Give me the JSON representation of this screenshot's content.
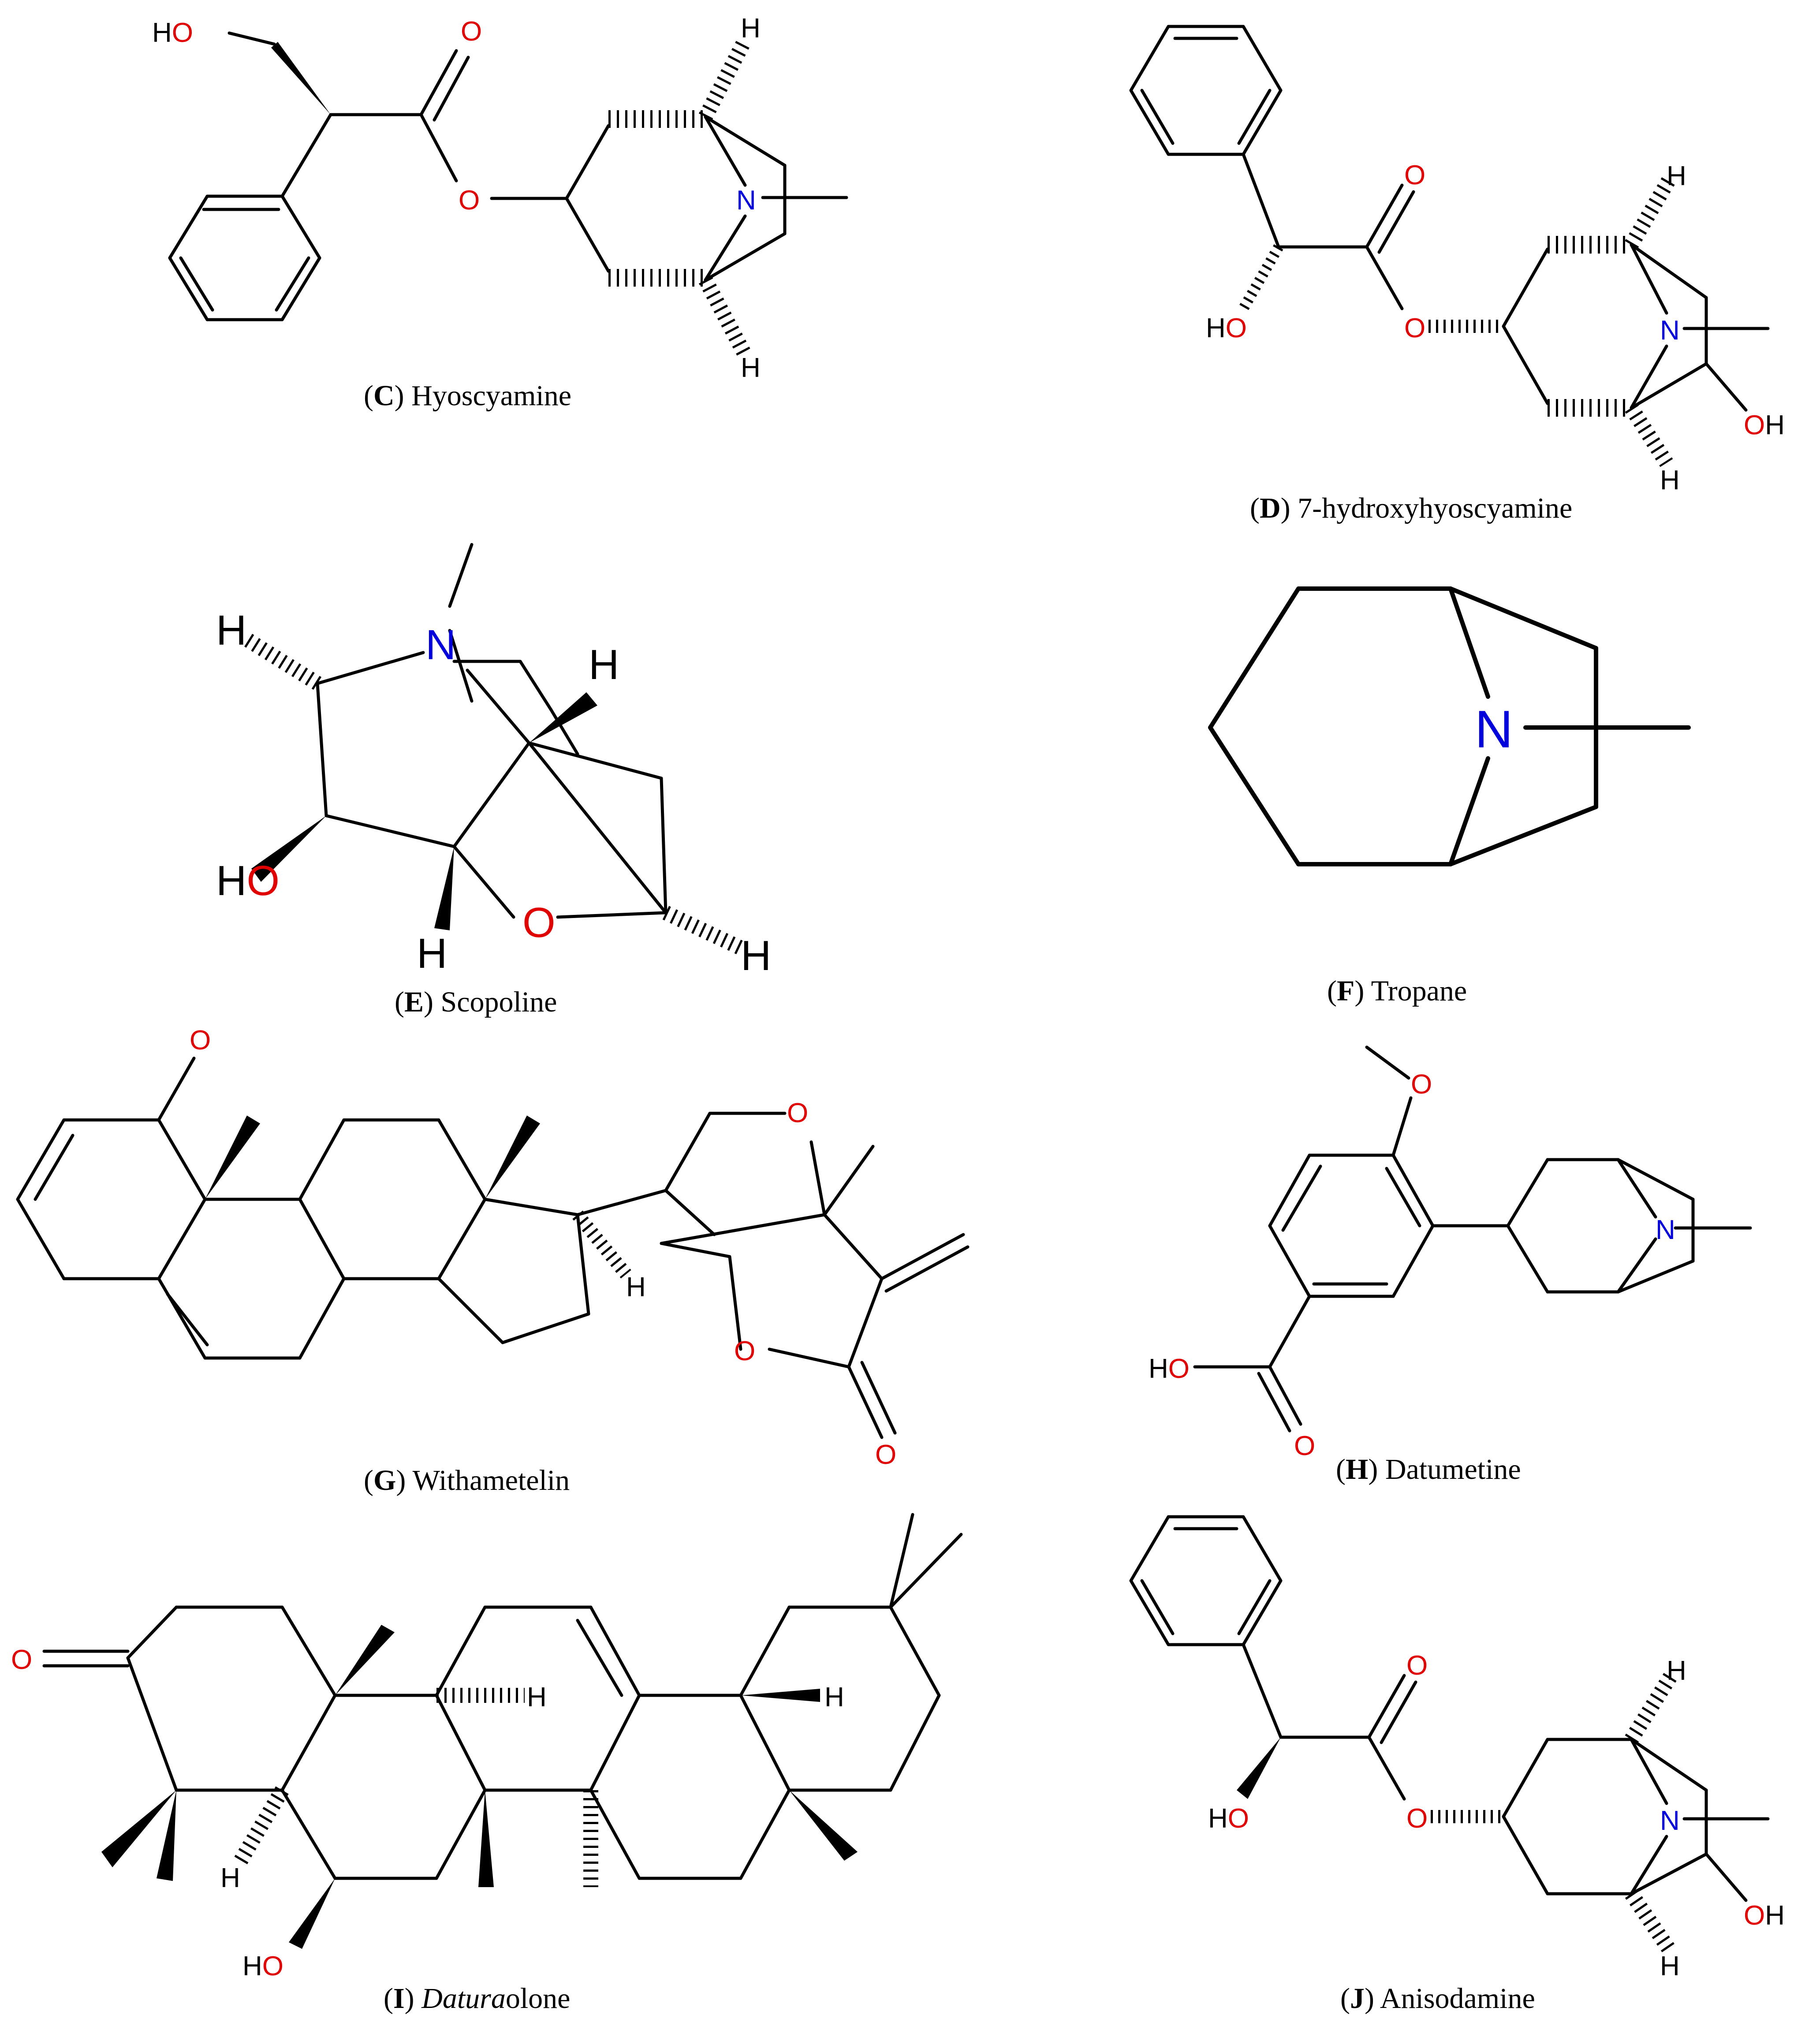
{
  "panels": {
    "C": {
      "letter": "C",
      "name": "Hyoscyamine"
    },
    "D": {
      "letter": "D",
      "name": "7-hydroxyhyoscyamine"
    },
    "E": {
      "letter": "E",
      "name": "Scopoline"
    },
    "F": {
      "letter": "F",
      "name": "Tropane"
    },
    "G": {
      "letter": "G",
      "name": "Withametelin"
    },
    "H": {
      "letter": "H",
      "name": "Datumetine"
    },
    "I": {
      "letter": "I",
      "name_italic": "Datura",
      "name_rest": "olone"
    },
    "J": {
      "letter": "J",
      "name": "Anisodamine"
    }
  },
  "atom_labels": {
    "oxygen": "O",
    "nitrogen": "N",
    "hydrogen": "H",
    "hydroxyl_left": "HO",
    "hydroxyl_right": "OH"
  },
  "colors": {
    "oxygen": "#e00000",
    "nitrogen": "#0000dd",
    "bond": "#000000"
  }
}
